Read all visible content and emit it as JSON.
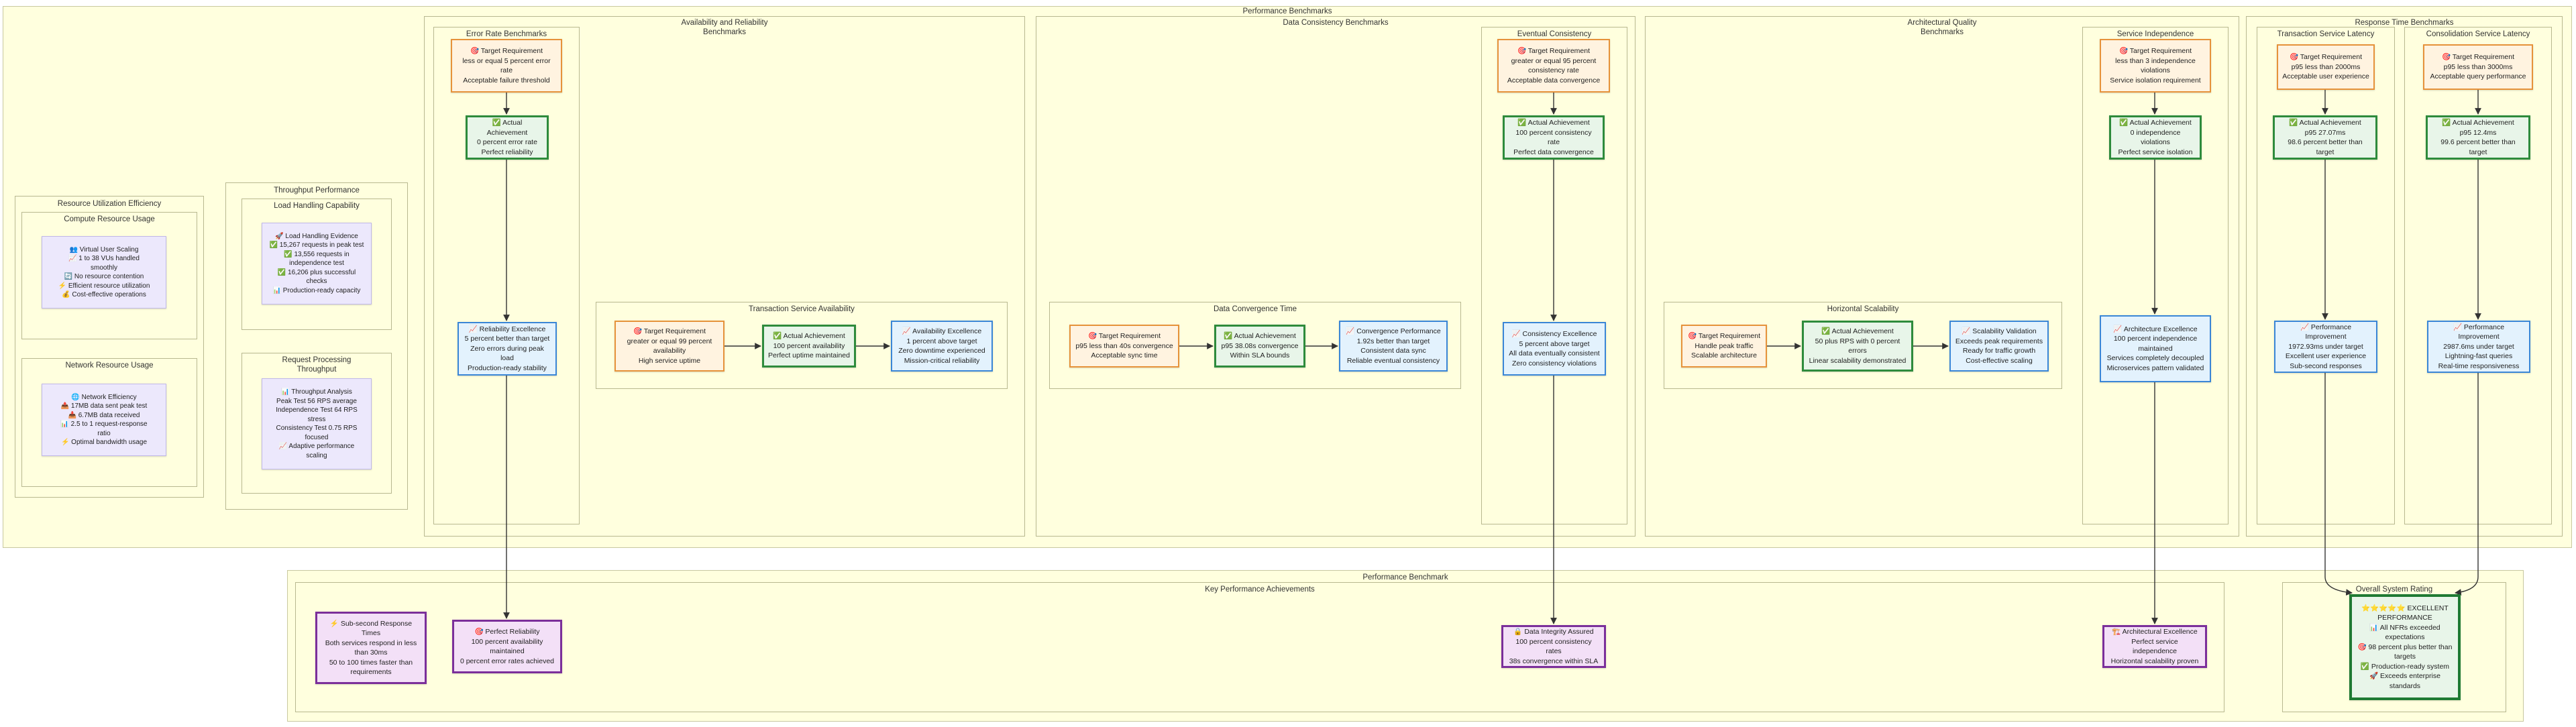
{
  "title": "Performance Benchmarks",
  "clusters": {
    "resource_util": "Resource Utilization Efficiency",
    "compute": "Compute Resource Usage",
    "network": "Network Resource Usage",
    "throughput": "Throughput Performance",
    "load_handling": "Load Handling Capability",
    "request_processing": "Request Processing\nThroughput",
    "availability": "Availability and Reliability\nBenchmarks",
    "error_rate": "Error Rate Benchmarks",
    "transaction_avail": "Transaction Service Availability",
    "data_consistency": "Data Consistency Benchmarks",
    "eventual": "Eventual Consistency",
    "convergence": "Data Convergence Time",
    "arch_quality": "Architectural Quality\nBenchmarks",
    "service_indep": "Service Independence",
    "horizontal": "Horizontal Scalability",
    "response_time": "Response Time Benchmarks",
    "tx_latency": "Transaction Service Latency",
    "cons_latency": "Consolidation Service Latency",
    "perf_benchmark": "Performance Benchmark",
    "key_achievements": "Key Performance Achievements",
    "overall_rating": "Overall System Rating"
  },
  "nodes": {
    "virtual_user": "👥 Virtual User Scaling\n📈 1 to 38 VUs handled\nsmoothly\n🔄 No resource contention\n⚡ Efficient resource utilization\n💰 Cost-effective operations",
    "network_eff": "🌐 Network Efficiency\n📤 17MB data sent peak test\n📥 6.7MB data received\n📊 2.5 to 1 request-response\nratio\n⚡ Optimal bandwidth usage",
    "load_evidence": "🚀 Load Handling Evidence\n✅ 15,267 requests in peak test\n✅ 13,556 requests in\nindependence test\n✅ 16,206 plus successful\nchecks\n📊 Production-ready capacity",
    "throughput_analysis": "📊 Throughput Analysis\nPeak Test 56 RPS average\nIndependence Test 64 RPS\nstress\nConsistency Test 0.75 RPS\nfocused\n📈 Adaptive performance\nscaling",
    "err_target": "🎯 Target Requirement\nless or equal 5 percent error\nrate\nAcceptable failure threshold",
    "err_actual": "✅ Actual Achievement\n0 percent error rate\nPerfect reliability",
    "err_excel": "📈 Reliability Excellence\n5 percent better than target\nZero errors during peak load\nProduction-ready stability",
    "avail_target": "🎯 Target Requirement\ngreater or equal 99 percent\navailability\nHigh service uptime",
    "avail_actual": "✅ Actual Achievement\n100 percent availability\nPerfect uptime maintained",
    "avail_excel": "📈 Availability Excellence\n1 percent above target\nZero downtime experienced\nMission-critical reliability",
    "conv_target": "🎯 Target Requirement\np95 less than 40s convergence\nAcceptable sync time",
    "conv_actual": "✅ Actual Achievement\np95 38.08s convergence\nWithin SLA bounds",
    "conv_perf": "📈 Convergence Performance\n1.92s better than target\nConsistent data sync\nReliable eventual consistency",
    "cons_target": "🎯 Target Requirement\ngreater or equal 95 percent\nconsistency rate\nAcceptable data convergence",
    "cons_actual": "✅ Actual Achievement\n100 percent consistency rate\nPerfect data convergence",
    "cons_excel": "📈 Consistency Excellence\n5 percent above target\nAll data eventually consistent\nZero consistency violations",
    "scal_target": "🎯 Target Requirement\nHandle peak traffic\nScalable architecture",
    "scal_actual": "✅ Actual Achievement\n50 plus RPS with 0 percent\nerrors\nLinear scalability demonstrated",
    "scal_valid": "📈 Scalability Validation\nExceeds peak requirements\nReady for traffic growth\nCost-effective scaling",
    "ind_target": "🎯 Target Requirement\nless than 3 independence\nviolations\nService isolation requirement",
    "ind_actual": "✅ Actual Achievement\n0 independence violations\nPerfect service isolation",
    "ind_excel": "📈 Architecture Excellence\n100 percent independence\nmaintained\nServices completely decoupled\nMicroservices pattern validated",
    "tx_target": "🎯 Target Requirement\np95 less than 2000ms\nAcceptable user experience",
    "tx_actual": "✅ Actual Achievement\np95 27.07ms\n98.6 percent better than target",
    "tx_perf": "📈 Performance Improvement\n1972.93ms under target\nExcellent user experience\nSub-second responses",
    "cl_target": "🎯 Target Requirement\np95 less than 3000ms\nAcceptable query performance",
    "cl_actual": "✅ Actual Achievement\np95 12.4ms\n99.6 percent better than target",
    "cl_perf": "📈 Performance Improvement\n2987.6ms under target\nLightning-fast queries\nReal-time responsiveness",
    "sub_second": "⚡ Sub-second Response\nTimes\nBoth services respond in less\nthan 30ms\n50 to 100 times faster than\nrequirements",
    "perfect_rel": "🎯 Perfect Reliability\n100 percent availability\nmaintained\n0 percent error rates achieved",
    "data_integrity": "🔒 Data Integrity Assured\n100 percent consistency rates\n38s convergence within SLA",
    "arch_excel": "🏗️ Architectural Excellence\nPerfect service independence\nHorizontal scalability proven",
    "overall": "⭐⭐⭐⭐⭐ EXCELLENT\nPERFORMANCE\n📊 All NFRs exceeded\nexpectations\n🎯 98 percent plus better than\ntargets\n✅ Production-ready system\n🚀 Exceeds enterprise\nstandards"
  },
  "colors": {
    "cluster_fill": "#ffffde",
    "target_border": "#e6923a",
    "actual_border": "#2e8b3c",
    "excellence_border": "#3a86d6",
    "achievement_border": "#7b2f9a",
    "edge": "#333333"
  }
}
